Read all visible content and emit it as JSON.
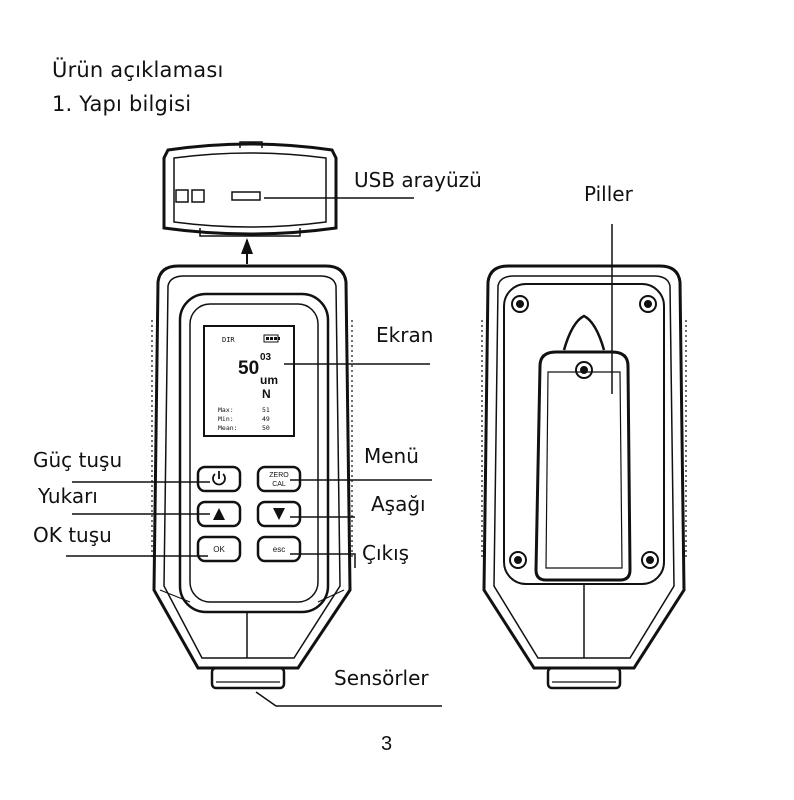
{
  "heading": {
    "line1": "Ürün açıklaması",
    "line2": "1. Yapı bilgisi"
  },
  "callouts": {
    "usb": "USB arayüzü",
    "batteries": "Piller",
    "screen": "Ekran",
    "power": "Güç tuşu",
    "menu": "Menü",
    "up": "Yukarı",
    "down": "Aşağı",
    "ok": "OK tuşu",
    "exit": "Çıkış",
    "sensors": "Sensörler"
  },
  "display": {
    "mode": "DIR",
    "battery_icon": "battery-icon",
    "index": "03",
    "reading": "50",
    "unit": "um",
    "substrate": "N",
    "stats": [
      {
        "label": "Max:",
        "value": "51"
      },
      {
        "label": "Min:",
        "value": "49"
      },
      {
        "label": "Mean:",
        "value": "50"
      }
    ]
  },
  "buttons": {
    "zero": "ZERO",
    "cal": "CAL",
    "ok": "OK",
    "esc": "esc",
    "power_icon": "power-icon",
    "up_icon": "triangle-up-icon",
    "down_icon": "triangle-down-icon"
  },
  "page_number": "3"
}
